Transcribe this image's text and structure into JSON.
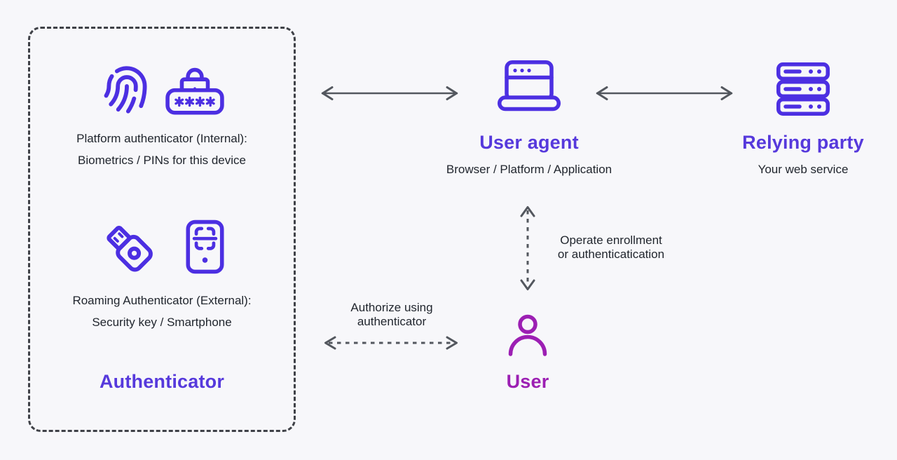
{
  "diagram": {
    "colors": {
      "background": "#f7f7fa",
      "border": "#3f4147",
      "text": "#21262e",
      "arrow": "#53575e",
      "indigo": "#4c2fe2",
      "heading": "#5639dc",
      "magenta": "#9c1fb3"
    },
    "authenticator": {
      "title": "Authenticator",
      "platform_line1": "Platform authenticator (Internal):",
      "platform_line2": "Biometrics / PINs for this device",
      "roaming_line1": "Roaming Authenticator (External):",
      "roaming_line2": "Security key / Smartphone"
    },
    "user_agent": {
      "title": "User agent",
      "subtitle": "Browser / Platform / Application"
    },
    "relying_party": {
      "title": "Relying party",
      "subtitle": "Your web service"
    },
    "user": {
      "title": "User"
    },
    "labels": {
      "operate_line1": "Operate enrollment",
      "operate_line2": "or authenticatication",
      "authorize_line1": "Authorize using",
      "authorize_line2": "authenticator"
    }
  }
}
